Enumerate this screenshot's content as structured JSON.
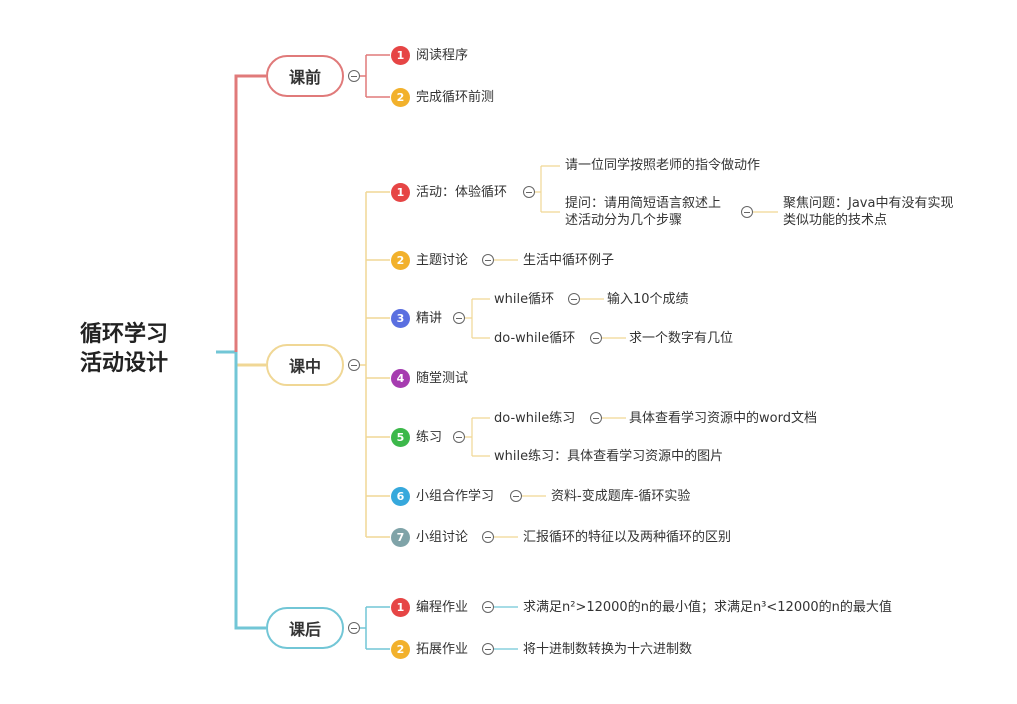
{
  "root": {
    "line1": "循环学习",
    "line2": "活动设计"
  },
  "colors": {
    "pre": "#e07a7a",
    "mid": "#f0d795",
    "post": "#72c6d6",
    "red": "#e64545",
    "yellow": "#f2b12c",
    "blue": "#5a6fe0",
    "purple": "#a63cb0",
    "green": "#3cb84a",
    "cyan": "#36a8dc",
    "gray": "#7fa3a8"
  },
  "pre": {
    "label": "课前",
    "items": [
      {
        "num": "1",
        "text": "阅读程序"
      },
      {
        "num": "2",
        "text": "完成循环前测"
      }
    ]
  },
  "mid": {
    "label": "课中",
    "items": [
      {
        "num": "1",
        "text": "活动：体验循环",
        "children": [
          {
            "text": "请一位同学按照老师的指令做动作"
          },
          {
            "line1": "提问：请用简短语言叙述上",
            "line2": "述活动分为几个步骤",
            "child": {
              "line1": "聚焦问题：Java中有没有实现",
              "line2": "类似功能的技术点"
            }
          }
        ]
      },
      {
        "num": "2",
        "text": "主题讨论",
        "child": "生活中循环例子"
      },
      {
        "num": "3",
        "text": "精讲",
        "children": [
          {
            "text": "while循环",
            "child": "输入10个成绩"
          },
          {
            "text": "do-while循环",
            "child": "求一个数字有几位"
          }
        ]
      },
      {
        "num": "4",
        "text": "随堂测试"
      },
      {
        "num": "5",
        "text": "练习",
        "children": [
          {
            "text": "do-while练习",
            "child": "具体查看学习资源中的word文档"
          },
          {
            "text": "while练习：具体查看学习资源中的图片"
          }
        ]
      },
      {
        "num": "6",
        "text": "小组合作学习",
        "child": "资料-变成题库-循环实验"
      },
      {
        "num": "7",
        "text": "小组讨论",
        "child": "汇报循环的特征以及两种循环的区别"
      }
    ]
  },
  "post": {
    "label": "课后",
    "items": [
      {
        "num": "1",
        "text": "编程作业",
        "child": "求满足n²>12000的n的最小值；求满足n³<12000的n的最大值"
      },
      {
        "num": "2",
        "text": "拓展作业",
        "child": "将十进制数转换为十六进制数"
      }
    ]
  }
}
